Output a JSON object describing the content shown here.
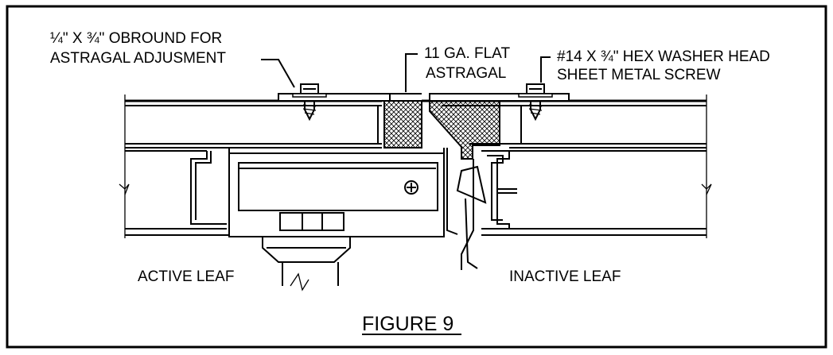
{
  "labels": {
    "obround_line1": "¼\" X ¾\" OBROUND FOR",
    "obround_line2": "ASTRAGAL ADJUSMENT",
    "astragal_line1": "11 GA. FLAT",
    "astragal_line2": "ASTRAGAL",
    "screw_line1": "#14 X ¾\" HEX WASHER HEAD",
    "screw_line2": "SHEET METAL SCREW",
    "active_leaf": "ACTIVE LEAF",
    "inactive_leaf": "INACTIVE LEAF",
    "figure": "FIGURE 9"
  }
}
